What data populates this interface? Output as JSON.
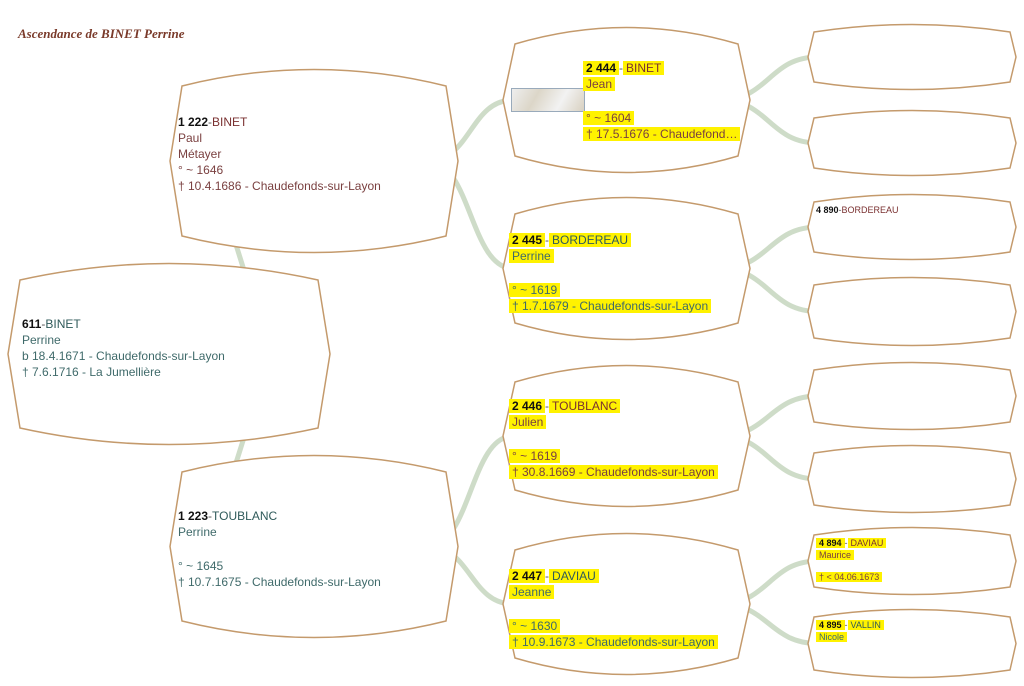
{
  "title": "Ascendance de BINET Perrine",
  "persons": [
    {
      "id": "611",
      "num": "611",
      "surname": "BINET",
      "given": "Perrine",
      "lines": [
        "b 18.4.1671  - Chaudefonds-sur-Layon",
        "† 7.6.1716  - La Jumellière"
      ],
      "sex": "f",
      "hl": false
    },
    {
      "id": "1222",
      "num": "1 222",
      "surname": "BINET",
      "given": "Paul",
      "lines": [
        "Métayer",
        "° ~ 1646",
        "† 10.4.1686  - Chaudefonds-sur-Layon"
      ],
      "sex": "m",
      "hl": false
    },
    {
      "id": "1223",
      "num": "1 223",
      "surname": "TOUBLANC",
      "given": "Perrine",
      "lines": [
        "",
        "° ~ 1645",
        "† 10.7.1675  - Chaudefonds-sur-Layon"
      ],
      "sex": "f",
      "hl": false
    },
    {
      "id": "2444",
      "num": "2 444",
      "surname": "BINET",
      "given": "Jean",
      "lines": [
        "",
        "° ~ 1604",
        "† 17.5.1676  - Chaudefond…"
      ],
      "sex": "m",
      "hl": true,
      "map": true
    },
    {
      "id": "2445",
      "num": "2 445",
      "surname": "BORDEREAU",
      "given": "Perrine",
      "lines": [
        "",
        "° ~ 1619",
        "† 1.7.1679  - Chaudefonds-sur-Layon"
      ],
      "sex": "f",
      "hl": true
    },
    {
      "id": "2446",
      "num": "2 446",
      "surname": "TOUBLANC",
      "given": "Julien",
      "lines": [
        "",
        "° ~ 1619",
        "† 30.8.1669  - Chaudefonds-sur-Layon"
      ],
      "sex": "m",
      "hl": true
    },
    {
      "id": "2447",
      "num": "2 447",
      "surname": "DAVIAU",
      "given": "Jeanne",
      "lines": [
        "",
        "° ~ 1630",
        "† 10.9.1673  - Chaudefonds-sur-Layon"
      ],
      "sex": "f",
      "hl": true
    },
    {
      "id": "4888",
      "num": "",
      "surname": "",
      "given": "",
      "lines": [],
      "sex": "m",
      "hl": false
    },
    {
      "id": "4889",
      "num": "",
      "surname": "",
      "given": "",
      "lines": [],
      "sex": "f",
      "hl": false
    },
    {
      "id": "4890",
      "num": "4 890",
      "surname": "BORDEREAU",
      "given": "",
      "lines": [],
      "sex": "m",
      "hl": false
    },
    {
      "id": "4891",
      "num": "",
      "surname": "",
      "given": "",
      "lines": [],
      "sex": "f",
      "hl": false
    },
    {
      "id": "4892",
      "num": "",
      "surname": "",
      "given": "",
      "lines": [],
      "sex": "m",
      "hl": false
    },
    {
      "id": "4893",
      "num": "",
      "surname": "",
      "given": "",
      "lines": [],
      "sex": "f",
      "hl": false
    },
    {
      "id": "4894",
      "num": "4 894",
      "surname": "DAVIAU",
      "given": "Maurice",
      "lines": [
        "",
        "† < 04.06.1673"
      ],
      "sex": "m",
      "hl": true
    },
    {
      "id": "4895",
      "num": "4 895",
      "surname": "VALLIN",
      "given": "Nicole",
      "lines": [],
      "sex": "f",
      "hl": true
    }
  ]
}
